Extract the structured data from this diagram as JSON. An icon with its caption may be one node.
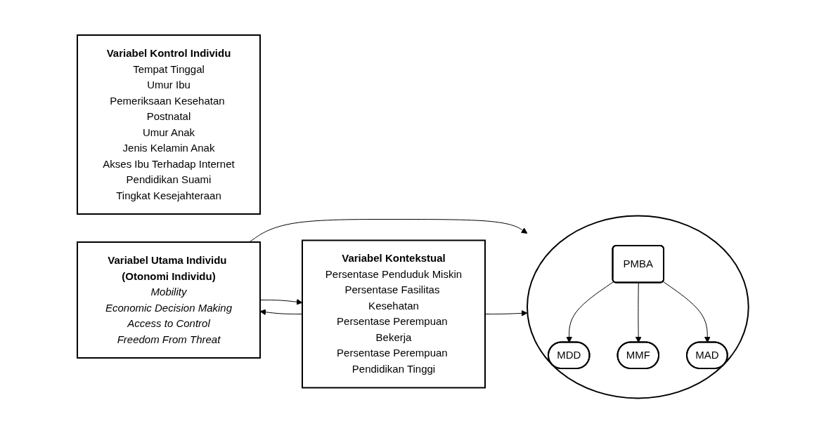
{
  "diagram": {
    "nodes": [
      {
        "text": [
          "Variabel Kontrol Individu",
          "Tempat Tinggal",
          "Umur Ibu",
          "Pemeriksaan Kesehatan Postnatal",
          "Umur Anak",
          "Jenis Kelamin Anak",
          "Akses Ibu Terhadap Internet",
          "Pendidikan Suami",
          "Tingkat Kesejahteraan"
        ]
      },
      {
        "text": [
          "Variabel Utama Individu (Otonomi Individu)",
          "Mobility",
          "Economic Decision Making",
          "Access to Control",
          "Freedom From Threat"
        ]
      },
      {
        "text": [],
        "shape": "ellipse"
      },
      {
        "text": [
          "PMBA"
        ],
        "in": 2
      },
      {
        "text": [
          "MDD"
        ],
        "in": 2
      },
      {
        "text": [
          "MMF"
        ],
        "in": 2
      },
      {
        "text": [
          "MAD"
        ],
        "in": 2
      },
      {
        "text": [
          "Variabel Kontekstual",
          "Persentase Penduduk Miskin",
          "Persentase Fasilitas Kesehatan",
          "Persentase Perempuan Bekerja",
          "Persentase Perempuan Pendidikan Tinggi"
        ]
      }
    ],
    "edges": [
      {
        "from": 3,
        "to": 4,
        "arrow": "to"
      },
      {
        "from": 3,
        "to": 5,
        "arrow": "to"
      },
      {
        "from": 3,
        "to": 6,
        "arrow": "to"
      },
      {
        "from": 1,
        "to": 2,
        "arrow": "to"
      },
      {
        "from": 7,
        "to": 2,
        "arrow": "to"
      },
      {
        "from": 7,
        "to": 1,
        "arrow": "to"
      },
      {
        "from": 1,
        "to": 7,
        "arrow": "to"
      }
    ]
  }
}
